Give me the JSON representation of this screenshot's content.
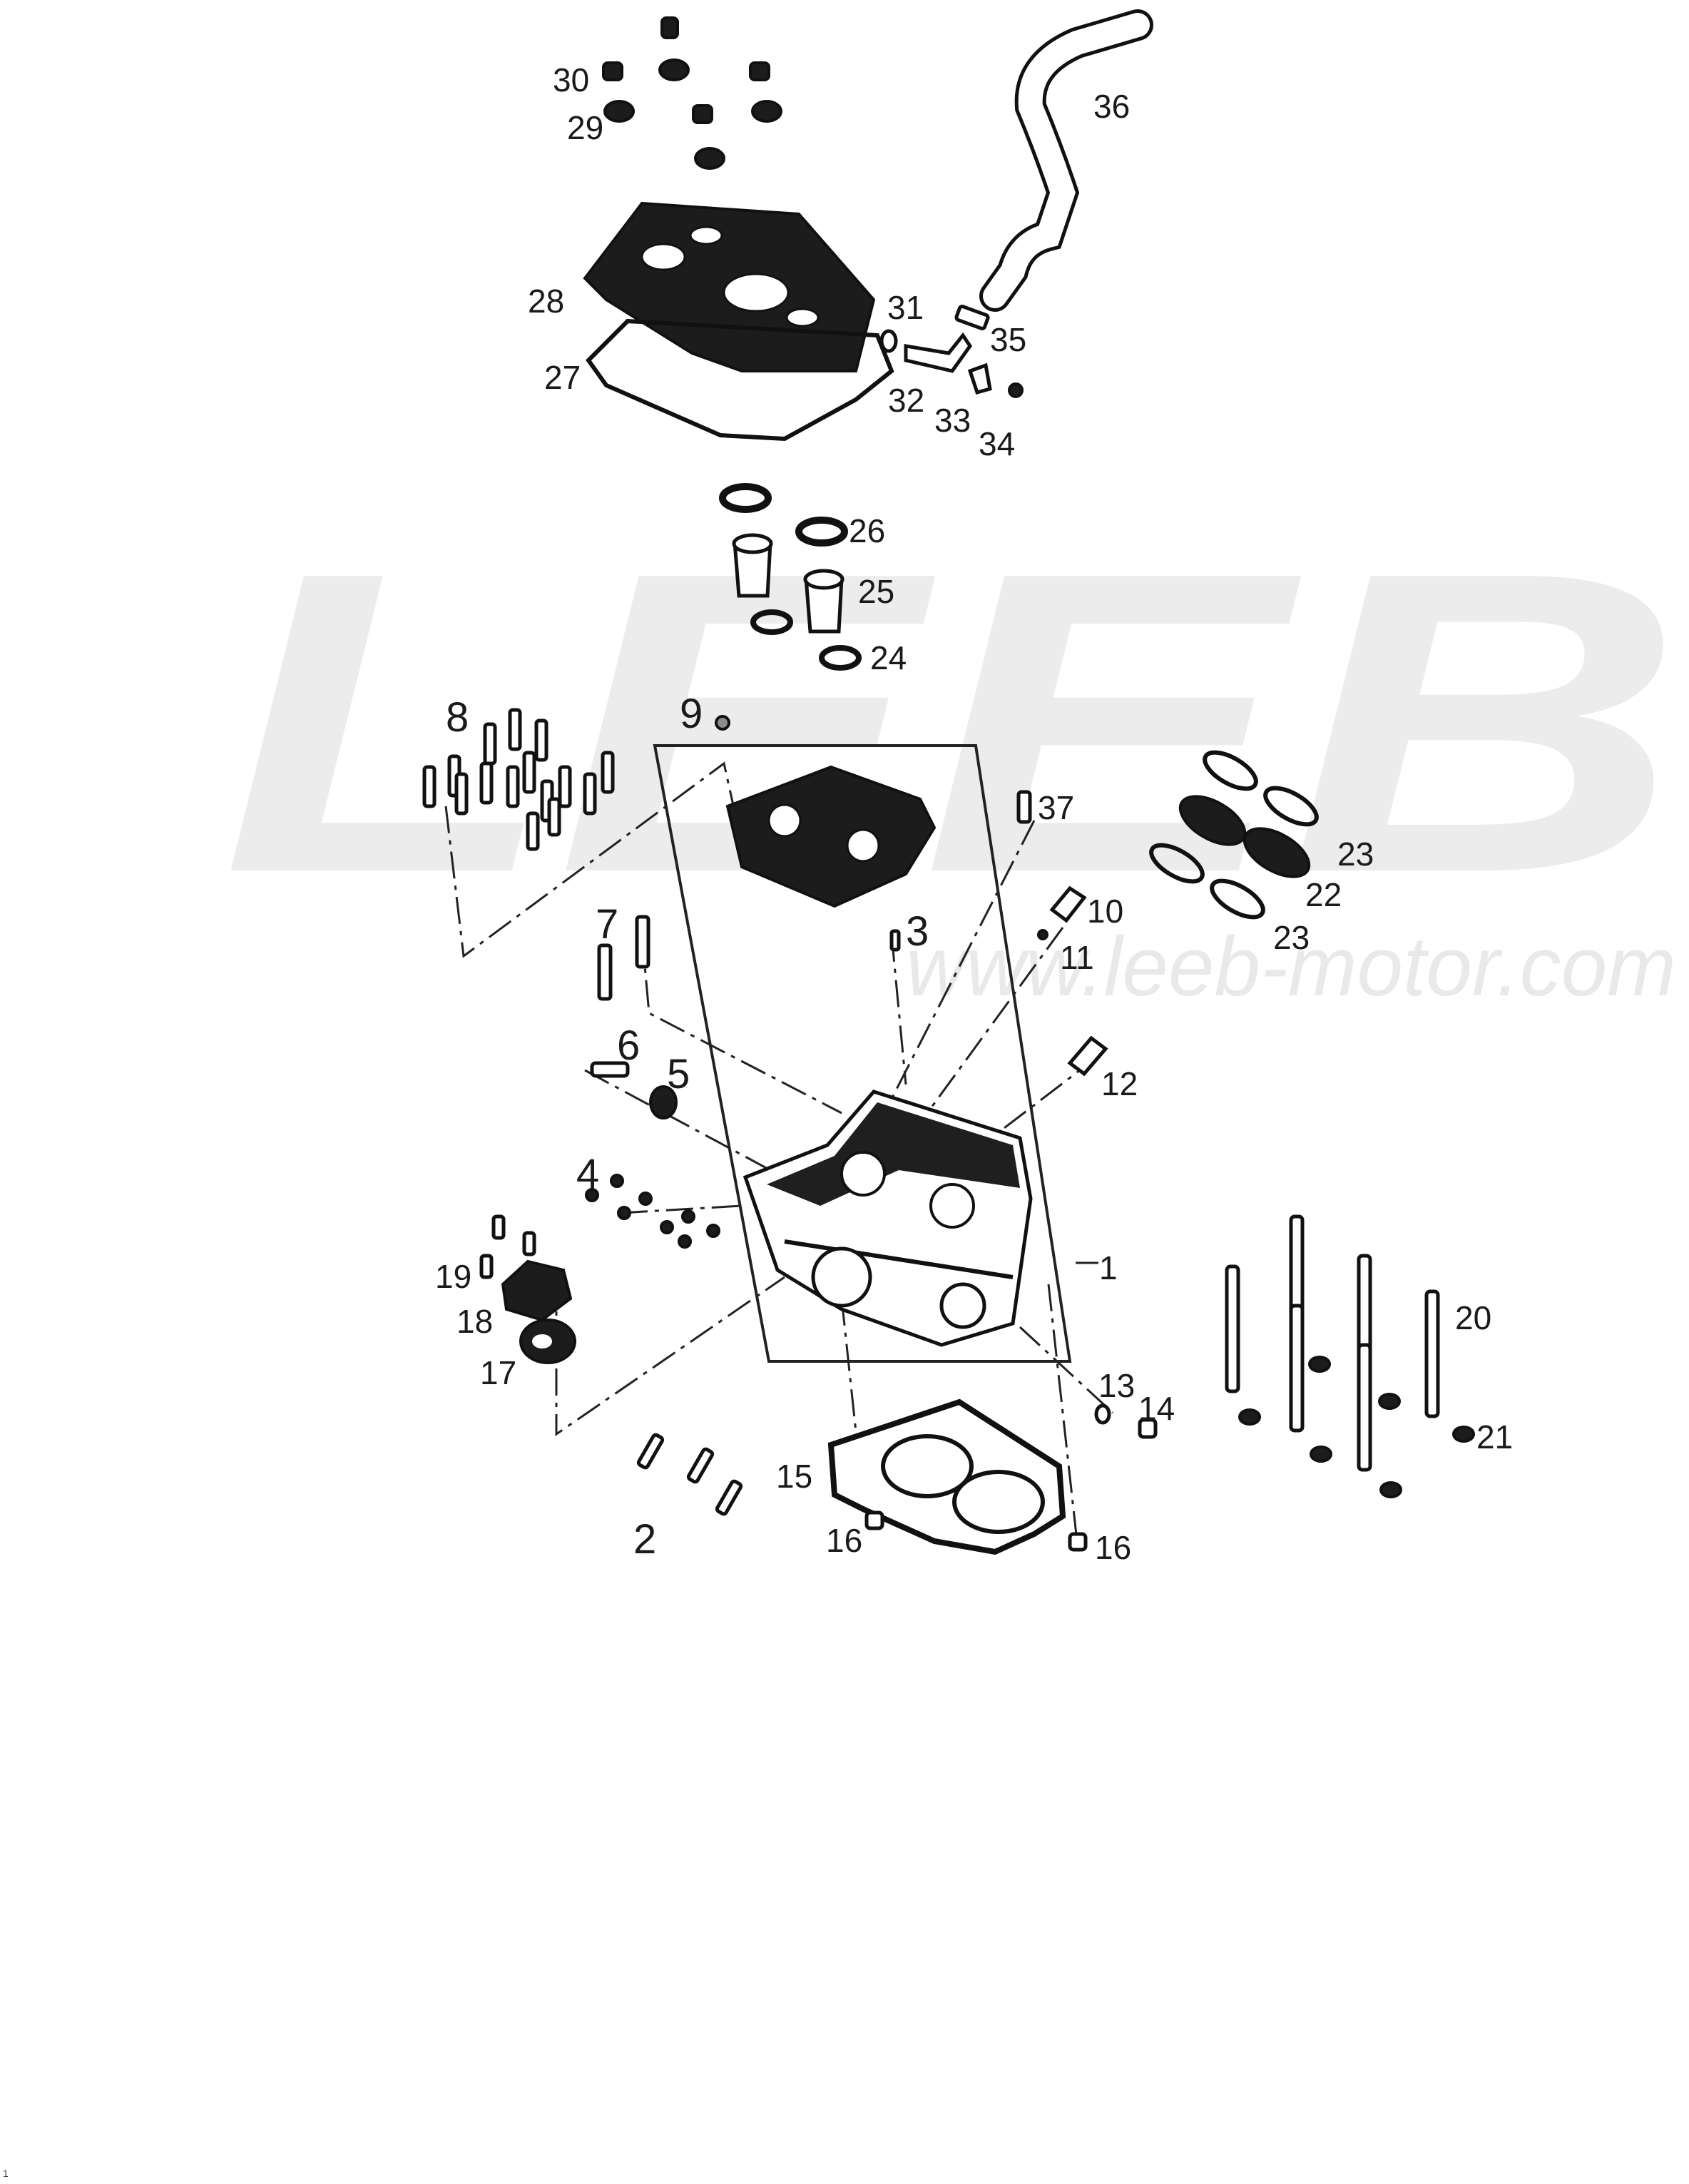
{
  "watermark": {
    "brand": "LEEB",
    "url": "www.leeb-motor.com",
    "color": "#ececec"
  },
  "diagram": {
    "title": "",
    "callouts": [
      {
        "id": "c1",
        "label": "1"
      },
      {
        "id": "c2",
        "label": "2"
      },
      {
        "id": "c3",
        "label": "3"
      },
      {
        "id": "c4",
        "label": "4"
      },
      {
        "id": "c5",
        "label": "5"
      },
      {
        "id": "c6",
        "label": "6"
      },
      {
        "id": "c7",
        "label": "7"
      },
      {
        "id": "c8",
        "label": "8"
      },
      {
        "id": "c9",
        "label": "9"
      },
      {
        "id": "c10",
        "label": "10"
      },
      {
        "id": "c11",
        "label": "11"
      },
      {
        "id": "c12",
        "label": "12"
      },
      {
        "id": "c13",
        "label": "13"
      },
      {
        "id": "c14",
        "label": "14"
      },
      {
        "id": "c15",
        "label": "15"
      },
      {
        "id": "c16a",
        "label": "16"
      },
      {
        "id": "c16b",
        "label": "16"
      },
      {
        "id": "c17",
        "label": "17"
      },
      {
        "id": "c18",
        "label": "18"
      },
      {
        "id": "c19",
        "label": "19"
      },
      {
        "id": "c20",
        "label": "20"
      },
      {
        "id": "c21",
        "label": "21"
      },
      {
        "id": "c22",
        "label": "22"
      },
      {
        "id": "c23a",
        "label": "23"
      },
      {
        "id": "c23b",
        "label": "23"
      },
      {
        "id": "c24",
        "label": "24"
      },
      {
        "id": "c25",
        "label": "25"
      },
      {
        "id": "c26",
        "label": "26"
      },
      {
        "id": "c27",
        "label": "27"
      },
      {
        "id": "c28",
        "label": "28"
      },
      {
        "id": "c29",
        "label": "29"
      },
      {
        "id": "c30",
        "label": "30"
      },
      {
        "id": "c31",
        "label": "31"
      },
      {
        "id": "c32",
        "label": "32"
      },
      {
        "id": "c33",
        "label": "33"
      },
      {
        "id": "c34",
        "label": "34"
      },
      {
        "id": "c35",
        "label": "35"
      },
      {
        "id": "c36",
        "label": "36"
      },
      {
        "id": "c37",
        "label": "37"
      }
    ]
  },
  "footer": {
    "page_number": "1"
  }
}
